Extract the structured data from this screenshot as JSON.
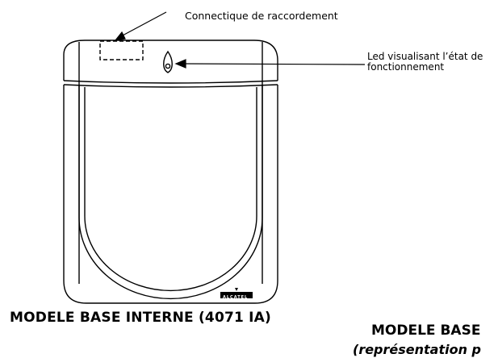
{
  "callouts": {
    "connector": "Connectique de raccordement",
    "led_line1": "Led visualisant l’état de",
    "led_line2": "fonctionnement"
  },
  "device": {
    "brand": "ALCATEL"
  },
  "captions": {
    "left": "MODELE BASE INTERNE (4071 IA)",
    "right_line1": "MODELE BASE",
    "right_line2": "(représentation p"
  },
  "colors": {
    "stroke": "#000000",
    "background": "#ffffff"
  }
}
